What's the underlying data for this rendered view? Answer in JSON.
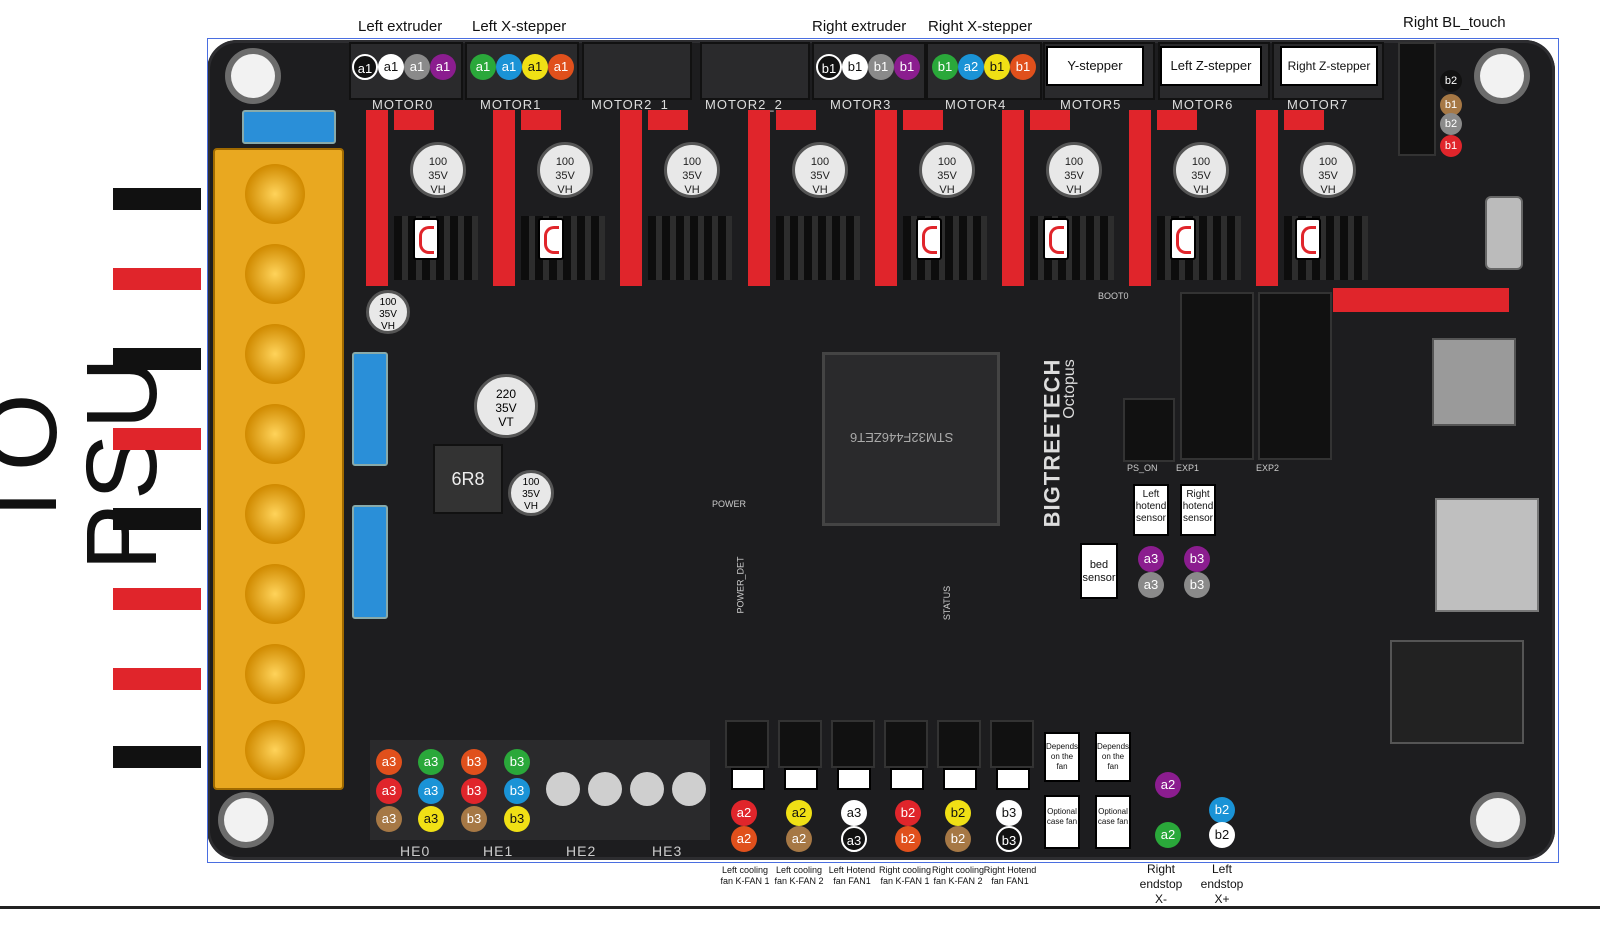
{
  "psu_label": "TO PSU",
  "psu_bar_colors": [
    "#111111",
    "#e0252b",
    "#111111",
    "#e0252b",
    "#111111",
    "#e0252b",
    "#e0252b",
    "#111111"
  ],
  "top_labels": {
    "left_extruder": "Left extruder",
    "left_x_stepper": "Left X-stepper",
    "right_extruder": "Right extruder",
    "right_x_stepper": "Right X-stepper",
    "right_bltouch": "Right BL_touch"
  },
  "stepper_boxes": {
    "y": "Y-stepper",
    "left_z": "Left Z-stepper",
    "right_z": "Right Z-stepper"
  },
  "motor_labels": [
    "MOTOR0",
    "MOTOR1",
    "MOTOR2_1",
    "MOTOR2_2",
    "MOTOR3",
    "MOTOR4",
    "MOTOR5",
    "MOTOR6",
    "MOTOR7"
  ],
  "motor0_pins": [
    "a1",
    "a1",
    "a1",
    "a1"
  ],
  "motor1_pins": [
    "a1",
    "a1",
    "a1",
    "a1"
  ],
  "motor3_pins": [
    "b1",
    "b1",
    "b1",
    "b1"
  ],
  "motor4_pins": [
    "b1",
    "a2",
    "b1",
    "b1"
  ],
  "bltouch_pins": [
    "b2",
    "b1",
    "b2",
    "b1"
  ],
  "capacitor_text": "100\n35V\nVH",
  "sensor_boxes": {
    "left_hotend": "Left hotend sensor",
    "right_hotend": "Right hotend sensor",
    "bed": "bed sensor"
  },
  "sensor_pins": {
    "left": [
      "a3",
      "a3"
    ],
    "right": [
      "b3",
      "b3"
    ]
  },
  "he_labels": [
    "HE0",
    "HE1",
    "HE2",
    "HE3"
  ],
  "he_pins": [
    [
      "a3",
      "a3",
      "b3",
      "b3"
    ],
    [
      "a3",
      "a3",
      "b3",
      "b3"
    ],
    [
      "a3",
      "a3",
      "b3",
      "b3"
    ]
  ],
  "fan_top_pins": [
    "a2",
    "a2",
    "a3",
    "b2",
    "b2",
    "b3"
  ],
  "fan_bottom_pins": [
    "a2",
    "a2",
    "a3",
    "b2",
    "b2",
    "b3"
  ],
  "fan_labels": [
    "Left cooling fan K-FAN 1",
    "Left cooling fan K-FAN 2",
    "Left Hotend fan FAN1",
    "Right cooling fan K-FAN 1",
    "Right cooling fan K-FAN 2",
    "Right Hotend fan FAN1"
  ],
  "depends_label": "Depends on the fan",
  "optional_label": "Optional case fan",
  "endstop_pins": {
    "left": [
      "a2",
      "a2"
    ],
    "right": [
      "b2",
      "b2"
    ]
  },
  "endstop_labels": {
    "x_minus": "Right endstop X-",
    "x_plus": "Left endstop X+"
  },
  "board_silk": {
    "brand": "BIGTREETECH",
    "model": "Octopus",
    "chip": "STM32F446ZET6",
    "boot": "BOOT0",
    "ps_on": "PS_ON",
    "exp1": "EXP1",
    "exp2": "EXP2",
    "power": "POWER",
    "power_det": "POWER_DET",
    "status": "STATUS",
    "inductor": "6R8",
    "big_cap": "220\n35V\nVT"
  },
  "colors": {
    "a1_black": "#111111",
    "white": "#ffffff",
    "grey": "#8a8a8a",
    "purple": "#8b1d8f",
    "green": "#2aa83a",
    "blue": "#1a93d6",
    "yellow": "#f0e015",
    "orange": "#e0501c",
    "red": "#e0252b",
    "brown": "#a67845"
  }
}
